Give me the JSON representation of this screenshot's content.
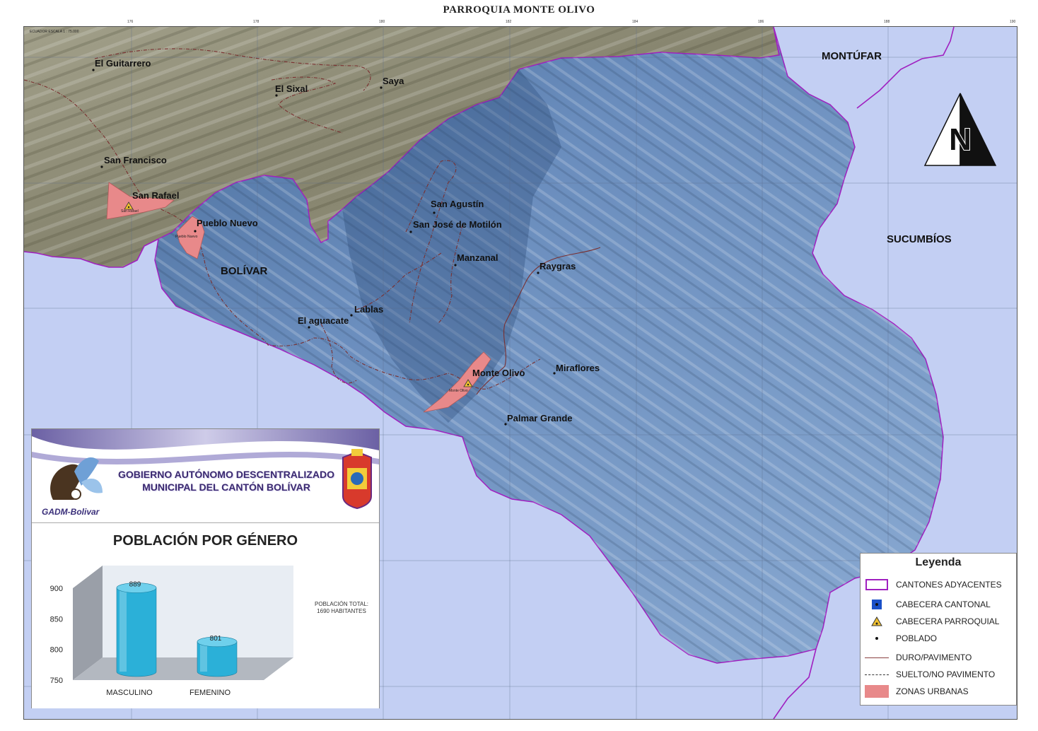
{
  "map": {
    "title": "PARROQUIA MONTE OLIVO",
    "scale_note": "ECUADOR  ESCALA 1 : 75.000",
    "north_letter": "N",
    "cantons": [
      {
        "id": "montufar",
        "label": "MONTÚFAR"
      },
      {
        "id": "sucumbios",
        "label": "SUCUMBÍOS"
      },
      {
        "id": "bolivar",
        "label": "BOLÍVAR"
      }
    ],
    "places": [
      {
        "id": "el-guitarrero",
        "label": "El Guitarrero"
      },
      {
        "id": "saya",
        "label": "Saya"
      },
      {
        "id": "el-sixal",
        "label": "El Sixal"
      },
      {
        "id": "san-francisco",
        "label": "San Francisco"
      },
      {
        "id": "san-rafael",
        "label": "San Rafael"
      },
      {
        "id": "pueblo-nuevo",
        "label": "Pueblo Nuevo"
      },
      {
        "id": "san-agustin",
        "label": "San Agustín"
      },
      {
        "id": "san-jose-de-motilon",
        "label": "San José de Motilón"
      },
      {
        "id": "manzanal",
        "label": "Manzanal"
      },
      {
        "id": "raygras",
        "label": "Raygras"
      },
      {
        "id": "lablas",
        "label": "Lablas"
      },
      {
        "id": "el-aguacate",
        "label": "El aguacate"
      },
      {
        "id": "monte-olivo",
        "label": "Monte Olivo"
      },
      {
        "id": "miraflores",
        "label": "Miraflores"
      },
      {
        "id": "palmar-grande",
        "label": "Palmar Grande"
      }
    ],
    "urban_small_labels": {
      "san_rafael": "San Rafael",
      "pueblo_nuevo": "Pueblo Nuevo",
      "monte_olivo": "Monte Olivo"
    },
    "ticks_top": [
      "176",
      "178",
      "180",
      "182",
      "184",
      "186",
      "188",
      "190"
    ],
    "colors": {
      "parish": "#7e9ec8",
      "terrain": "#8f8d77",
      "outside": "#c3cff3",
      "canton_border": "#a020c0",
      "urban": "#e8898a",
      "road": "#7a3030"
    }
  },
  "banner": {
    "line1": "GOBIERNO AUTÓNOMO DESCENTRALIZADO",
    "line2": "MUNICIPAL DEL CANTÓN BOLÍVAR",
    "logo_text": "GADM-Bolivar"
  },
  "chart_data": {
    "type": "bar",
    "title": "POBLACIÓN POR GÉNERO",
    "categories": [
      "MASCULINO",
      "FEMENINO"
    ],
    "values": [
      889,
      801
    ],
    "value_labels": [
      "889",
      "801"
    ],
    "ylim": [
      750,
      900
    ],
    "yticks": [
      750,
      800,
      850,
      900
    ],
    "ytick_labels": [
      "750",
      "800",
      "850",
      "900"
    ],
    "annotation": [
      "POBLACIÓN TOTAL:",
      "1690 HABITANTES"
    ],
    "color": "#2bb0d8"
  },
  "legend": {
    "title": "Leyenda",
    "items": [
      {
        "id": "cantones",
        "label": "CANTONES ADYACENTES",
        "symbol": "canton-border-icon"
      },
      {
        "id": "cabecera-cantonal",
        "label": "CABECERA CANTONAL",
        "symbol": "blue-square-icon"
      },
      {
        "id": "cabecera-parroquial",
        "label": "CABECERA PARROQUIAL",
        "symbol": "triangle-icon"
      },
      {
        "id": "poblado",
        "label": "POBLADO",
        "symbol": "dot-icon"
      },
      {
        "id": "duro",
        "label": "DURO/PAVIMENTO",
        "symbol": "solid-line-icon"
      },
      {
        "id": "suelto",
        "label": "SUELTO/NO PAVIMENTO",
        "symbol": "dashed-line-icon"
      },
      {
        "id": "zonas",
        "label": "ZONAS URBANAS",
        "symbol": "urban-area-icon"
      }
    ]
  }
}
